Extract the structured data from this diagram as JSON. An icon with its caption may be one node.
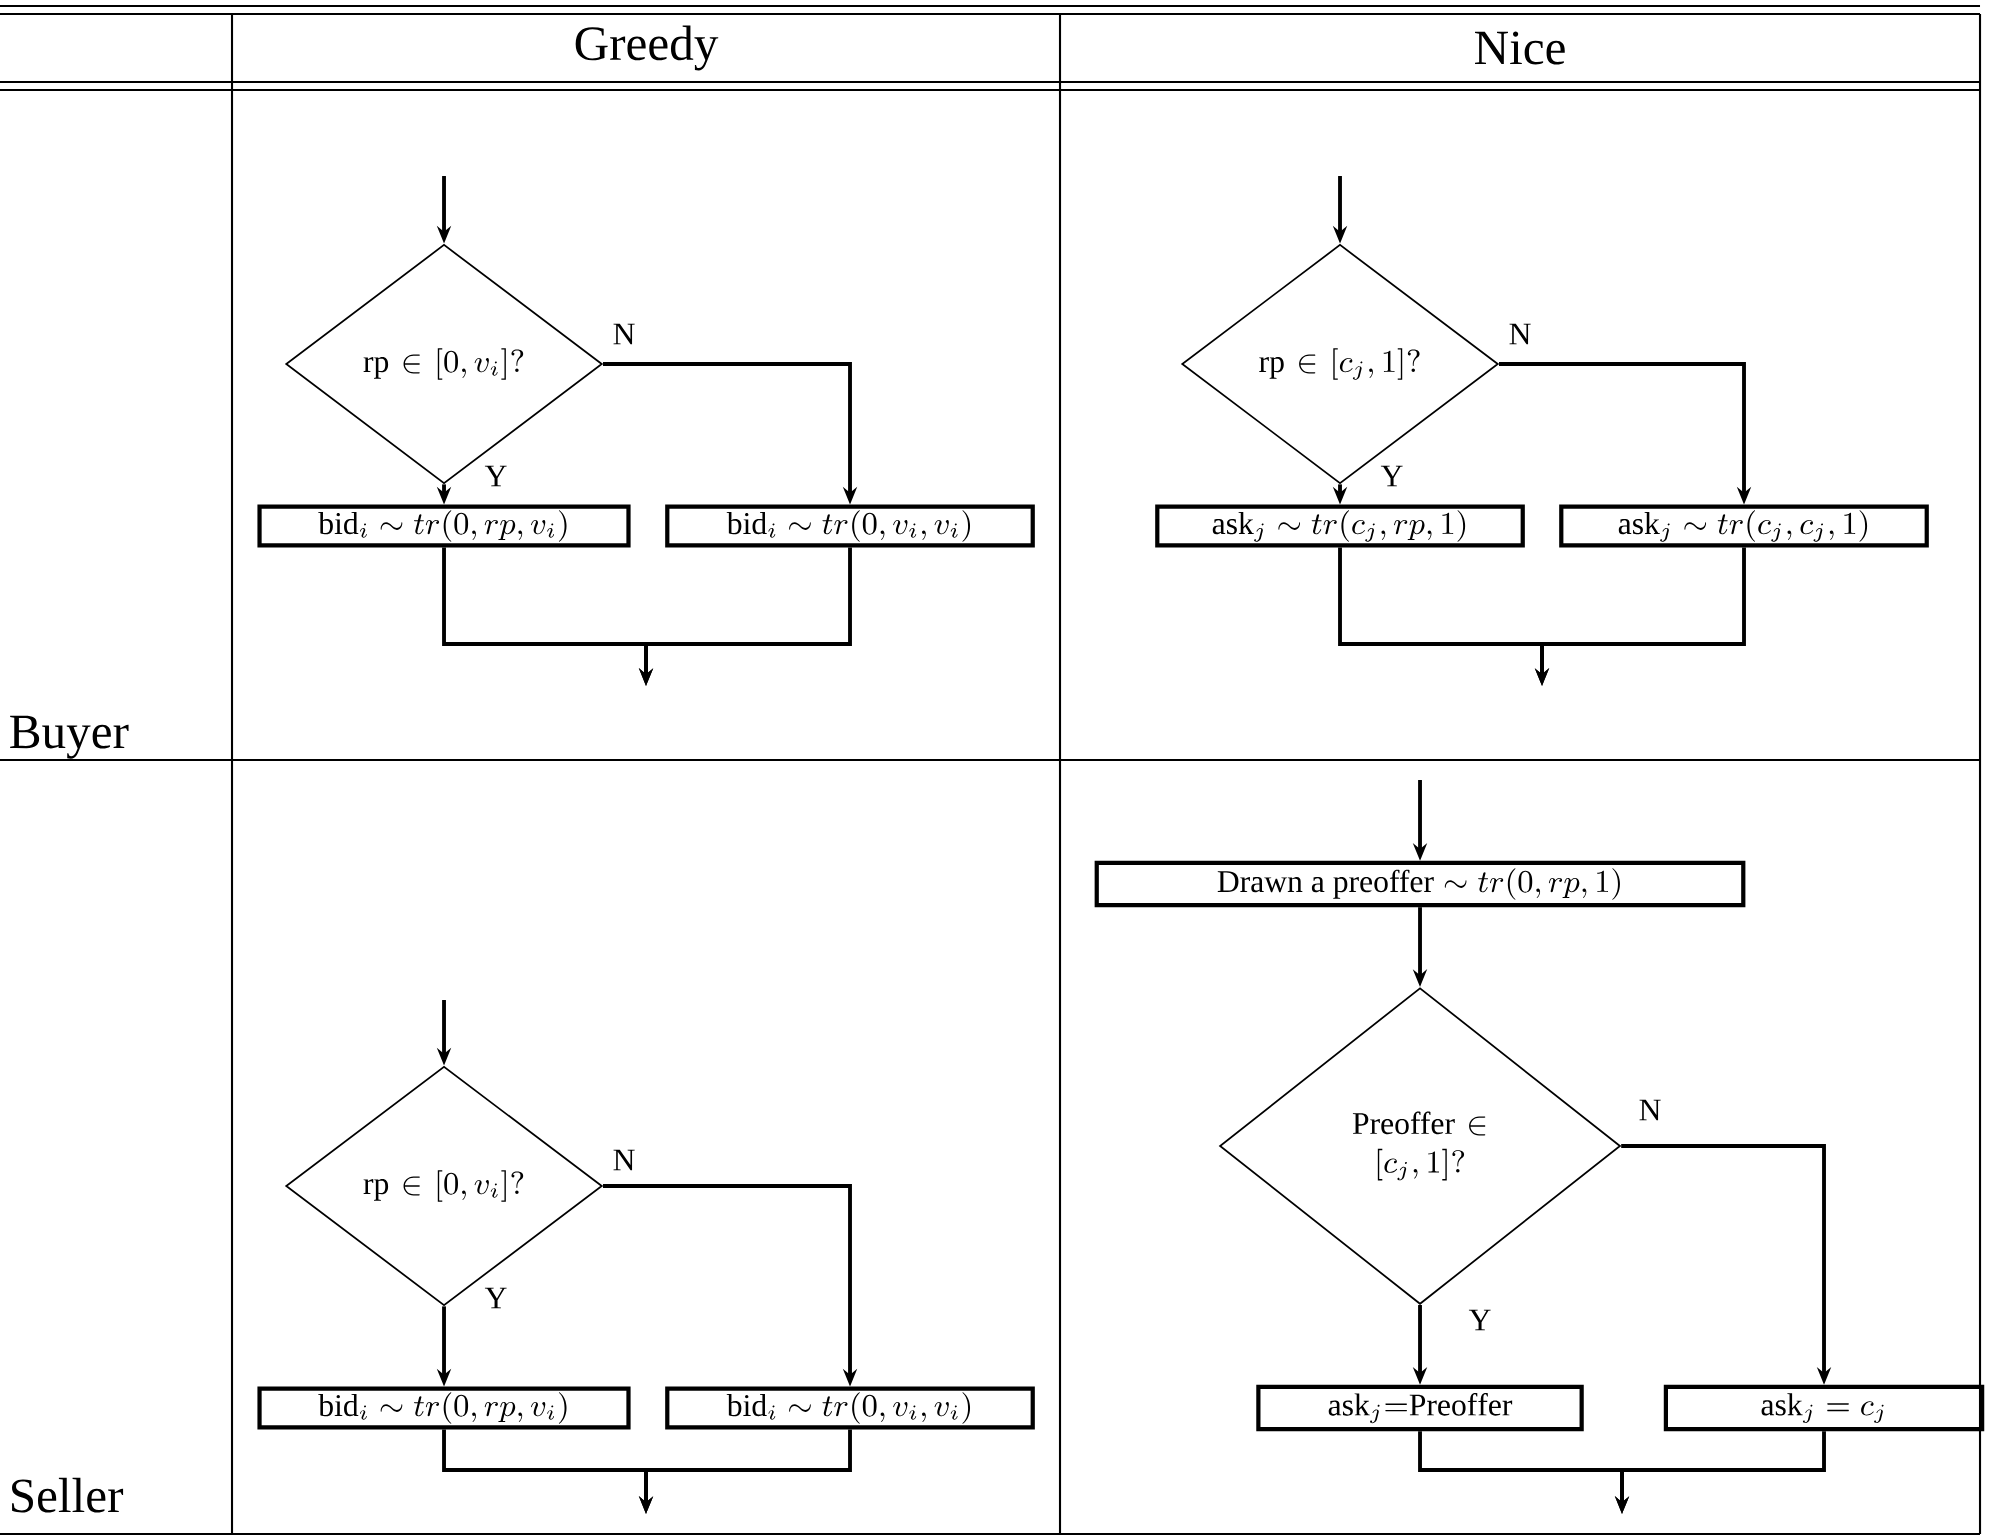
{
  "diagram": {
    "nodes": [
      {
        "text": [
          "\\mathrm{rp} \\in [0, v_i]?"
        ]
      },
      {
        "text": [
          "\\mathrm{bid}_i \\sim tr(0, rp, v_i)"
        ]
      },
      {
        "text": [
          "\\mathrm{bid}_i \\sim tr(0, v_i, v_i)"
        ]
      },
      {
        "text": [
          "\\mathrm{rp} \\in [c_j, 1]?"
        ]
      },
      {
        "text": [
          "\\mathrm{ask}_j \\sim tr(c_j, rp, 1)"
        ]
      },
      {
        "text": [
          "\\mathrm{ask}_j \\sim tr(c_j, c_j, 1)"
        ]
      },
      {
        "text": [
          "\\mathrm{rp} \\in [0, v_i]?"
        ]
      },
      {
        "text": [
          "\\mathrm{bid}_i \\sim tr(0, rp, v_i)"
        ]
      },
      {
        "text": [
          "\\mathrm{bid}_i \\sim tr(0, v_i, v_i)"
        ]
      },
      {
        "text": [
          "\\mbox{Drawn a preoffer} \\sim tr(0, rp, 1)"
        ]
      },
      {
        "text": [
          "\\mbox{Preoffer} \\in [c_j, 1]?"
        ]
      },
      {
        "text": [
          "\\mathrm{ask}_j{=}\\mathrm{Preoffer}"
        ]
      },
      {
        "text": [
          "\\mathrm{ask}_j = c_j"
        ]
      }
    ],
    "edges": [
      {
        "from": null,
        "to": 0,
        "arrow": "to"
      },
      {
        "from": 0,
        "to": 1,
        "arrow": "to",
        "label": "Y"
      },
      {
        "from": 0,
        "to": 2,
        "arrow": "to",
        "label": "N"
      },
      {
        "from": 1,
        "to": null,
        "arrow": "to"
      },
      {
        "from": 2,
        "to": null,
        "arrow": "to"
      },
      {
        "from": null,
        "to": 3,
        "arrow": "to"
      },
      {
        "from": 3,
        "to": 4,
        "arrow": "to",
        "label": "Y"
      },
      {
        "from": 3,
        "to": 5,
        "arrow": "to",
        "label": "N"
      },
      {
        "from": 4,
        "to": null,
        "arrow": "to"
      },
      {
        "from": 5,
        "to": null,
        "arrow": "to"
      },
      {
        "from": null,
        "to": 6,
        "arrow": "to"
      },
      {
        "from": 6,
        "to": 7,
        "arrow": "to",
        "label": "Y"
      },
      {
        "from": 6,
        "to": 8,
        "arrow": "to",
        "label": "N"
      },
      {
        "from": 7,
        "to": null,
        "arrow": "to"
      },
      {
        "from": 8,
        "to": null,
        "arrow": "to"
      },
      {
        "from": null,
        "to": 9,
        "arrow": "to"
      },
      {
        "from": 9,
        "to": 10,
        "arrow": "to"
      },
      {
        "from": 10,
        "to": 11,
        "arrow": "to",
        "label": "Y"
      },
      {
        "from": 10,
        "to": 12,
        "arrow": "to",
        "label": "N"
      },
      {
        "from": 11,
        "to": null,
        "arrow": "to"
      },
      {
        "from": 12,
        "to": null,
        "arrow": "to"
      }
    ],
    "labels": [
      "Greedy",
      "Nice",
      "Buyer",
      "Seller"
    ]
  }
}
